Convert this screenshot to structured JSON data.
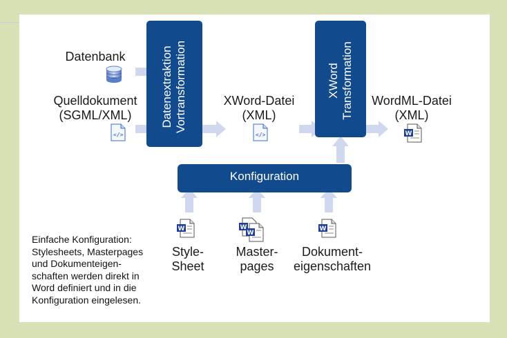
{
  "diagram": {
    "sources": {
      "database": "Datenbank",
      "source_document_line1": "Quelldokument",
      "source_document_line2": "(SGML/XML)"
    },
    "extraction_box": {
      "line1": "Datenextraktion",
      "line2": "Vortransformation"
    },
    "xword_file": {
      "line1": "XWord-Datei",
      "line2": "(XML)"
    },
    "transformation_box": {
      "line1": "XWord",
      "line2": "Transformation"
    },
    "wordml_file": {
      "line1": "WordML-Datei",
      "line2": "(XML)"
    },
    "configuration": "Konfiguration",
    "inputs": [
      {
        "line1": "Style-",
        "line2": "Sheet"
      },
      {
        "line1": "Master-",
        "line2": "pages"
      },
      {
        "line1": "Dokument-",
        "line2": "eigenschaften"
      }
    ],
    "note": "Einfache Konfiguration:\nStylesheets, Masterpages\nund Dokumenteigen-\nschaften werden direkt in\nWord definiert und in die\nKonfiguration eingelesen."
  },
  "colors": {
    "frame": "#d9e1b6",
    "box": "#124a8e",
    "arrow": "#cfd8ef"
  },
  "icons": [
    "database-icon",
    "xml-file-icon",
    "word-doc-icon",
    "word-docs-stack-icon"
  ]
}
